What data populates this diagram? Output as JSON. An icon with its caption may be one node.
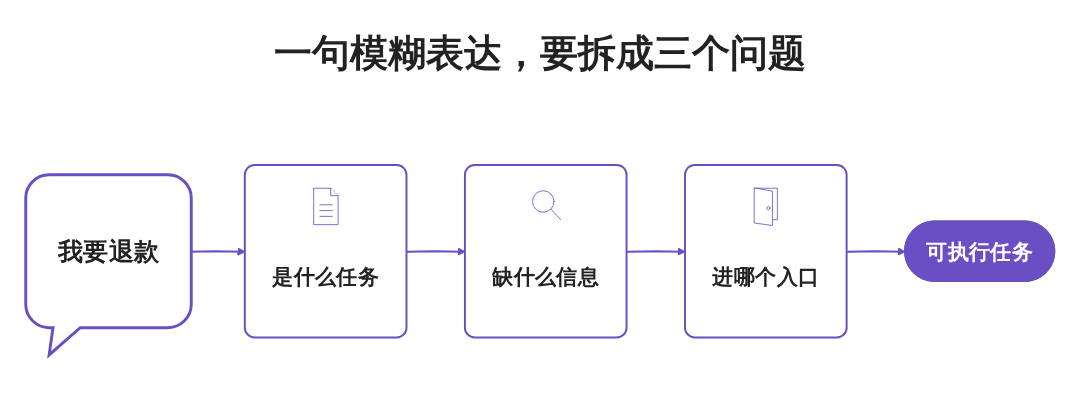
{
  "diagram": {
    "title": "一句模糊表达，要拆成三个问题",
    "nodes": [
      {
        "text": [
          "我要退款"
        ]
      },
      {
        "text": [
          "是什么任务"
        ]
      },
      {
        "text": [
          "缺什么信息"
        ]
      },
      {
        "text": [
          "进哪个入口"
        ]
      },
      {
        "text": [
          "可执行任务"
        ]
      }
    ],
    "edges": [
      {
        "from": 0,
        "to": 1,
        "arrow": "to"
      },
      {
        "from": 1,
        "to": 2,
        "arrow": "to"
      },
      {
        "from": 2,
        "to": 3,
        "arrow": "to"
      },
      {
        "from": 3,
        "to": 4,
        "arrow": "to"
      }
    ]
  }
}
